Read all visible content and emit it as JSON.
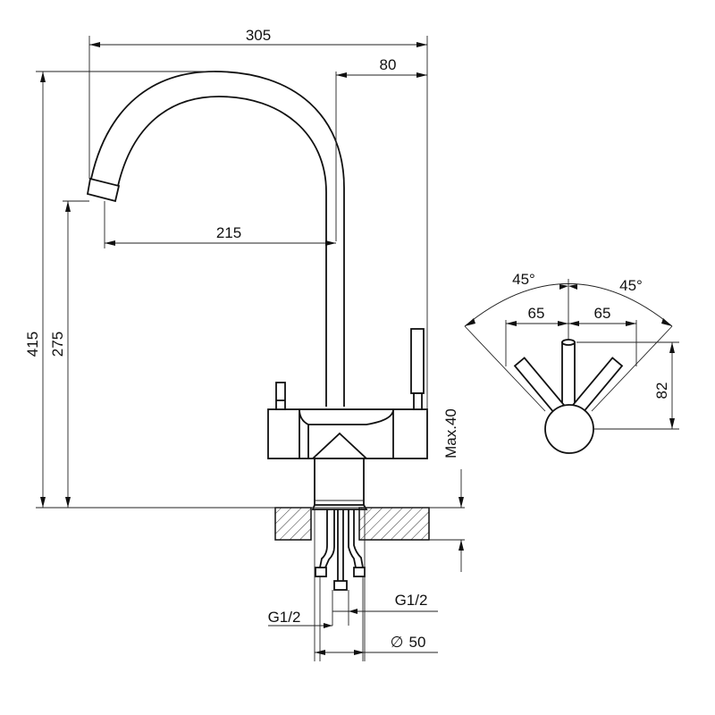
{
  "colors": {
    "line": "#111111",
    "background": "#ffffff"
  },
  "dimensions": {
    "overall_reach": "305",
    "spout_to_edge": "80",
    "spout_reach": "215",
    "total_height": "415",
    "spout_height": "275",
    "max_counter": "Max.40",
    "hose_thread_left": "G1/2",
    "hose_thread_right": "G1/2",
    "base_diameter": "50",
    "diameter_symbol": "∅"
  },
  "side_view": {
    "angle_left": "45°",
    "angle_right": "45°",
    "offset_left": "65",
    "offset_right": "65",
    "handle_height": "82"
  }
}
